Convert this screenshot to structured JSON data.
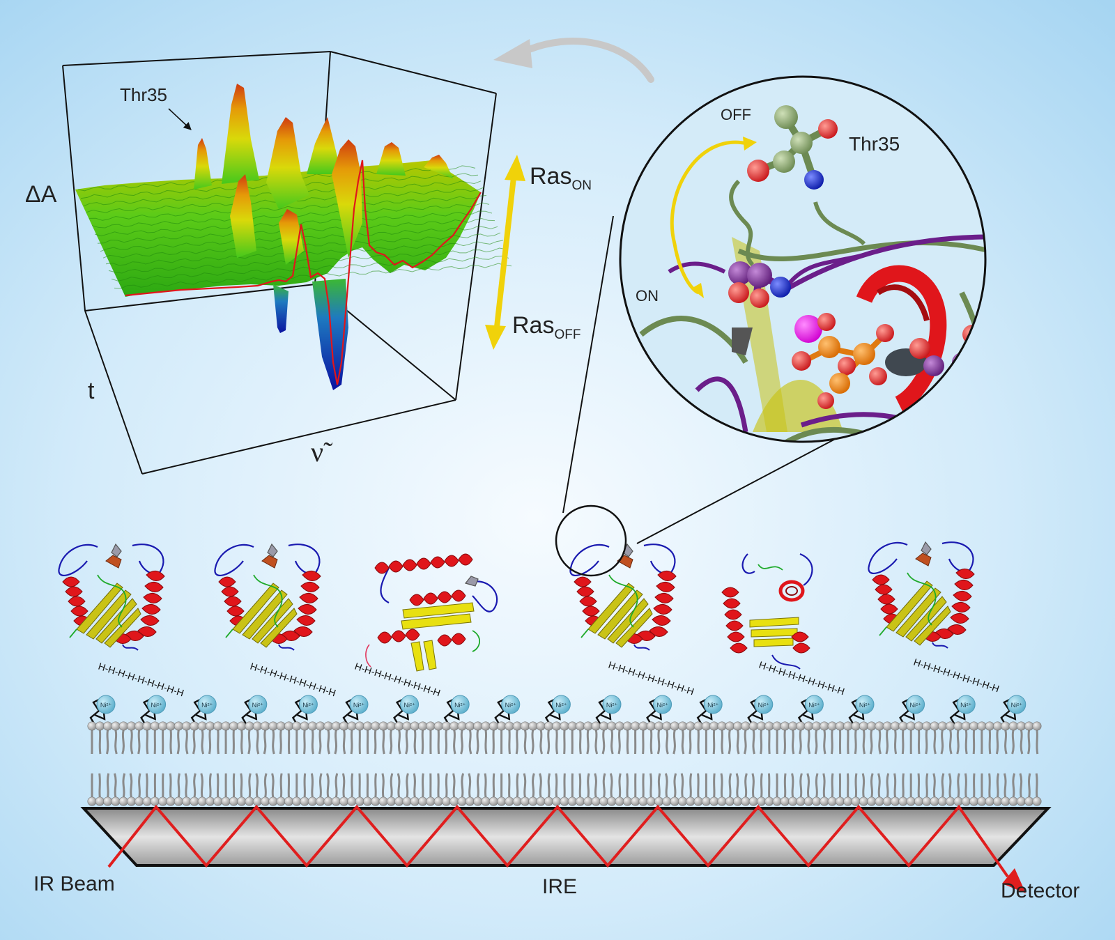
{
  "spectrum": {
    "axis_delta_a": "ΔA",
    "axis_t": "t",
    "axis_nu": "ν̃",
    "peak_annotation": "Thr35"
  },
  "states": {
    "on_main": "Ras",
    "on_sub": "ON",
    "off_main": "Ras",
    "off_sub": "OFF"
  },
  "zoom": {
    "off_label": "OFF",
    "on_label": "ON",
    "residue_label": "Thr35"
  },
  "linker": {
    "his_tag": "H-H-H-H-H-H-H-H-H",
    "nickel_label": "Ni²⁺"
  },
  "setup": {
    "ir_beam": "IR Beam",
    "ire": "IRE",
    "detector": "Detector"
  },
  "colors": {
    "background_center": "#f4f9fe",
    "background_edge": "#a9d8f4",
    "helix": "#e0161b",
    "sheet": "#c9c316",
    "surface_positive": "#2fbf12",
    "surface_negative": "#0a1a9e",
    "state_arrow": "#f0d20a",
    "ir_beam": "#e01e1e",
    "nickel": "#7cc6df"
  }
}
